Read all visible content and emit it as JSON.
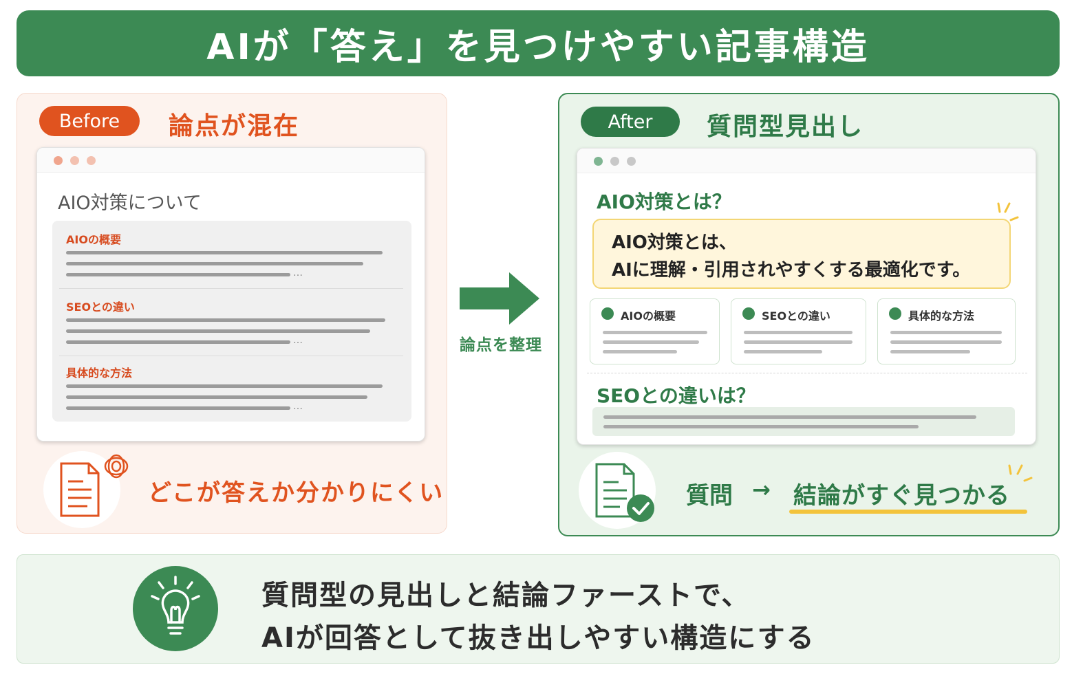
{
  "title": "AIが「答え」を見つけやすい記事構造",
  "colors": {
    "green": "#3c8a54",
    "orange": "#e0531f",
    "highlight": "#f3c33b"
  },
  "before": {
    "tag": "Before",
    "heading": "論点が混在",
    "article_title": "AIO対策について",
    "sections": [
      "AIOの概要",
      "SEOとの違い",
      "具体的な方法"
    ],
    "ellipsis": "…",
    "caption": "どこが答えか分かりにくい",
    "icon": "confused-document-icon"
  },
  "arrow_label": "論点を整理",
  "after": {
    "tag": "After",
    "heading": "質問型見出し",
    "question1": "AIO対策とは？",
    "answer_line1": "AIO対策とは、",
    "answer_line2": "AIに理解・引用されやすくする最適化です。",
    "cards": [
      "AIOの概要",
      "SEOとの違い",
      "具体的な方法"
    ],
    "question2": "SEOとの違いは？",
    "caption_question": "質問",
    "caption_arrow": "→",
    "caption_answer": "結論がすぐ見つかる",
    "icon": "checked-document-icon"
  },
  "footer": {
    "line1": "質問型の見出しと結論ファーストで、",
    "line2": "AIが回答として抜き出しやすい構造にする",
    "icon": "lightbulb-icon"
  }
}
